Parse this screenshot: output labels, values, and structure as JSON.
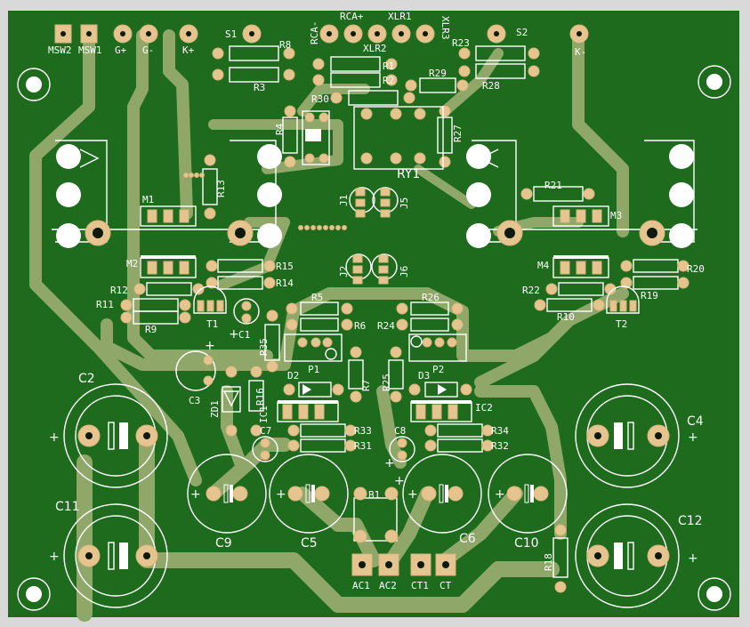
{
  "colors": {
    "background": "#d9d9d9",
    "board": "#1e6b1e",
    "trace": "#8fa86a",
    "pad": "#e5c48f",
    "silk": "#ffffff"
  },
  "connectors_top": {
    "msw2": "MSW2",
    "msw1": "MSW1",
    "gplus": "G+",
    "gminus": "G-",
    "kplus": "K+",
    "s1": "S1",
    "rca_minus": "RCA-",
    "rca_plus": "RCA+",
    "xlr1": "XLR1",
    "xlr3": "XLR3",
    "xlr2": "XLR2",
    "s2": "S2",
    "kminus": "K-"
  },
  "connectors_bottom": {
    "ac1": "AC1",
    "ac2": "AC2",
    "ct1": "CT1",
    "ct": "CT"
  },
  "resistors": {
    "r1": "R1",
    "r2": "R2",
    "r3": "R3",
    "r4": "R4",
    "r5": "R5",
    "r6": "R6",
    "r7": "R7",
    "r8": "R8",
    "r9": "R9",
    "r10": "R10",
    "r11": "R11",
    "r12": "R12",
    "r13": "R13",
    "r14": "R14",
    "r15": "R15",
    "r16": "R16",
    "r18": "R18",
    "r19": "R19",
    "r20": "R20",
    "r21": "R21",
    "r22": "R22",
    "r23": "R23",
    "r24": "R24",
    "r25": "R25",
    "r26": "R26",
    "r27": "R27",
    "r28": "R28",
    "r29": "R29",
    "r30": "R30",
    "r31": "R31",
    "r32": "R32",
    "r33": "R33",
    "r34": "R34",
    "r35": "R35"
  },
  "capacitors": {
    "c1": "C1",
    "c2": "C2",
    "c3": "C3",
    "c4": "C4",
    "c5": "C5",
    "c6": "C6",
    "c7": "C7",
    "c8": "C8",
    "c9": "C9",
    "c10": "C10",
    "c11": "C11",
    "c12": "C12"
  },
  "semis": {
    "d2": "D2",
    "d3": "D3",
    "zd1": "ZD1",
    "ic1": "IC1",
    "ic2": "IC2",
    "t1": "T1",
    "t2": "T2",
    "b1": "B1",
    "ry1": "RY1",
    "p1": "P1",
    "p2": "P2",
    "m1": "M1",
    "m2": "M2",
    "m3": "M3",
    "m4": "M4",
    "j1": "J1",
    "j2": "J2",
    "j5": "J5",
    "j6": "J6"
  }
}
